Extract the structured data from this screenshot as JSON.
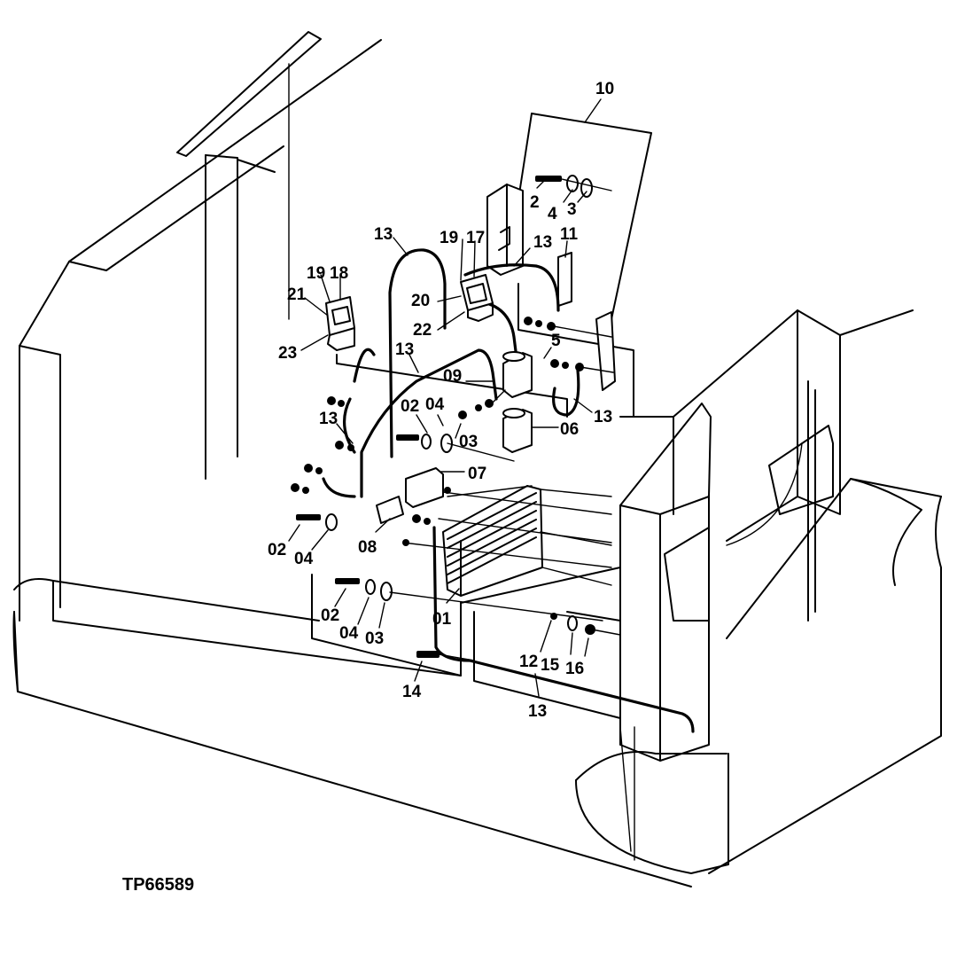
{
  "figure_id": "TP66589",
  "callouts": [
    "10",
    "2",
    "4",
    "3",
    "11",
    "13",
    "19",
    "17",
    "13",
    "19",
    "18",
    "21",
    "20",
    "22",
    "23",
    "5",
    "13",
    "09",
    "13",
    "13",
    "02",
    "04",
    "03",
    "06",
    "07",
    "02",
    "04",
    "08",
    "02",
    "04",
    "03",
    "01",
    "12",
    "15",
    "16",
    "14",
    "13"
  ]
}
